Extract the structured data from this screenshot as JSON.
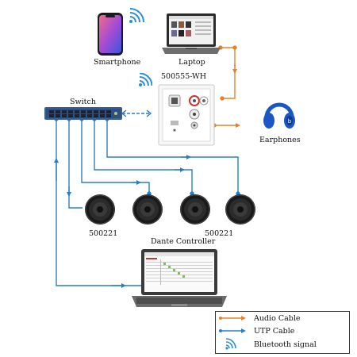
{
  "labels": {
    "smartphone": "Smartphone",
    "laptop": "Laptop",
    "wallplate": "500555-WH",
    "switch": "Switch",
    "earphones": "Earphones",
    "speaker_left": "500221",
    "speaker_right": "500221",
    "dante_controller": "Dante Controller"
  },
  "legend": {
    "audio_cable": "Audio Cable",
    "utp_cable": "UTP Cable",
    "bluetooth": "Bluetooth signal"
  },
  "colors": {
    "audio_cable": "#e8822a",
    "utp_cable": "#2a7fc2",
    "bluetooth": "#2a8fd6"
  }
}
